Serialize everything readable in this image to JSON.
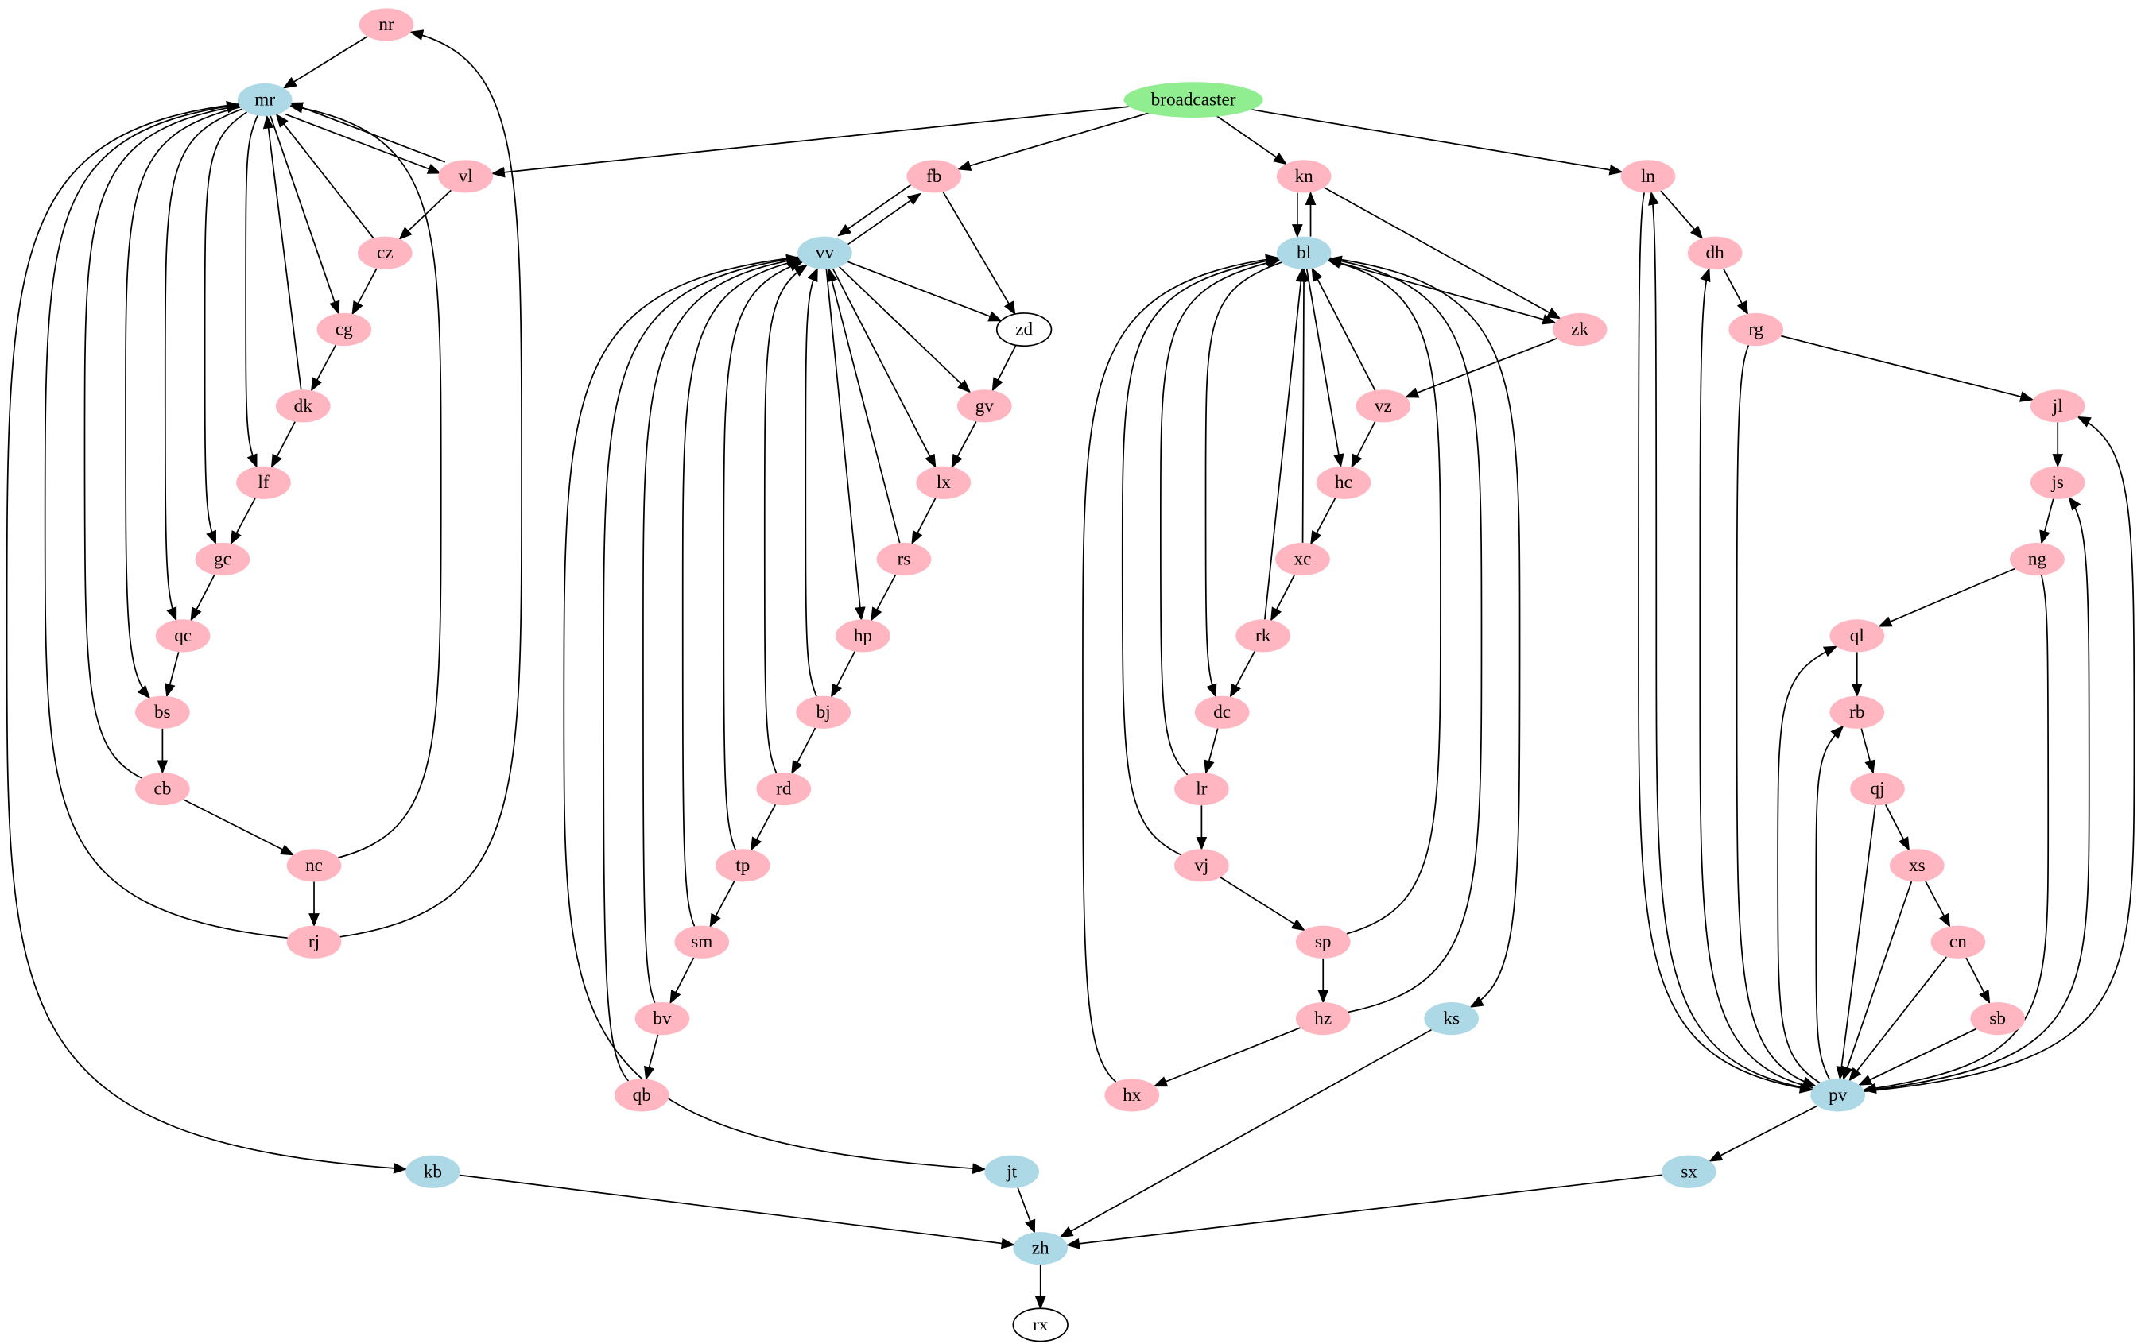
{
  "graph": {
    "type": "directed",
    "colors": {
      "source": "#90ee90",
      "hub": "#add8e6",
      "member": "#ffb6c1",
      "plain": "#ffffff",
      "edge": "#000000"
    },
    "nodes": [
      {
        "id": "nr",
        "label": "nr",
        "kind": "member"
      },
      {
        "id": "mr",
        "label": "mr",
        "kind": "hub"
      },
      {
        "id": "broadcaster",
        "label": "broadcaster",
        "kind": "source"
      },
      {
        "id": "vl",
        "label": "vl",
        "kind": "member"
      },
      {
        "id": "fb",
        "label": "fb",
        "kind": "member"
      },
      {
        "id": "kn",
        "label": "kn",
        "kind": "member"
      },
      {
        "id": "ln",
        "label": "ln",
        "kind": "member"
      },
      {
        "id": "cz",
        "label": "cz",
        "kind": "member"
      },
      {
        "id": "vv",
        "label": "vv",
        "kind": "hub"
      },
      {
        "id": "bl",
        "label": "bl",
        "kind": "hub"
      },
      {
        "id": "dh",
        "label": "dh",
        "kind": "member"
      },
      {
        "id": "cg",
        "label": "cg",
        "kind": "member"
      },
      {
        "id": "zd",
        "label": "zd",
        "kind": "plain"
      },
      {
        "id": "zk",
        "label": "zk",
        "kind": "member"
      },
      {
        "id": "rg",
        "label": "rg",
        "kind": "member"
      },
      {
        "id": "dk",
        "label": "dk",
        "kind": "member"
      },
      {
        "id": "gv",
        "label": "gv",
        "kind": "member"
      },
      {
        "id": "vz",
        "label": "vz",
        "kind": "member"
      },
      {
        "id": "jl",
        "label": "jl",
        "kind": "member"
      },
      {
        "id": "lf",
        "label": "lf",
        "kind": "member"
      },
      {
        "id": "lx",
        "label": "lx",
        "kind": "member"
      },
      {
        "id": "hc",
        "label": "hc",
        "kind": "member"
      },
      {
        "id": "js",
        "label": "js",
        "kind": "member"
      },
      {
        "id": "gc",
        "label": "gc",
        "kind": "member"
      },
      {
        "id": "rs",
        "label": "rs",
        "kind": "member"
      },
      {
        "id": "xc",
        "label": "xc",
        "kind": "member"
      },
      {
        "id": "ng",
        "label": "ng",
        "kind": "member"
      },
      {
        "id": "qc",
        "label": "qc",
        "kind": "member"
      },
      {
        "id": "hp",
        "label": "hp",
        "kind": "member"
      },
      {
        "id": "rk",
        "label": "rk",
        "kind": "member"
      },
      {
        "id": "ql",
        "label": "ql",
        "kind": "member"
      },
      {
        "id": "bs",
        "label": "bs",
        "kind": "member"
      },
      {
        "id": "bj",
        "label": "bj",
        "kind": "member"
      },
      {
        "id": "dc",
        "label": "dc",
        "kind": "member"
      },
      {
        "id": "rb",
        "label": "rb",
        "kind": "member"
      },
      {
        "id": "cb",
        "label": "cb",
        "kind": "member"
      },
      {
        "id": "rd",
        "label": "rd",
        "kind": "member"
      },
      {
        "id": "lr",
        "label": "lr",
        "kind": "member"
      },
      {
        "id": "qj",
        "label": "qj",
        "kind": "member"
      },
      {
        "id": "nc",
        "label": "nc",
        "kind": "member"
      },
      {
        "id": "tp",
        "label": "tp",
        "kind": "member"
      },
      {
        "id": "vj",
        "label": "vj",
        "kind": "member"
      },
      {
        "id": "xs",
        "label": "xs",
        "kind": "member"
      },
      {
        "id": "rj",
        "label": "rj",
        "kind": "member"
      },
      {
        "id": "sm",
        "label": "sm",
        "kind": "member"
      },
      {
        "id": "sp",
        "label": "sp",
        "kind": "member"
      },
      {
        "id": "cn",
        "label": "cn",
        "kind": "member"
      },
      {
        "id": "bv",
        "label": "bv",
        "kind": "member"
      },
      {
        "id": "hz",
        "label": "hz",
        "kind": "member"
      },
      {
        "id": "ks",
        "label": "ks",
        "kind": "hub"
      },
      {
        "id": "sb",
        "label": "sb",
        "kind": "member"
      },
      {
        "id": "qb",
        "label": "qb",
        "kind": "member"
      },
      {
        "id": "hx",
        "label": "hx",
        "kind": "member"
      },
      {
        "id": "pv",
        "label": "pv",
        "kind": "hub"
      },
      {
        "id": "kb",
        "label": "kb",
        "kind": "hub"
      },
      {
        "id": "jt",
        "label": "jt",
        "kind": "hub"
      },
      {
        "id": "sx",
        "label": "sx",
        "kind": "hub"
      },
      {
        "id": "zh",
        "label": "zh",
        "kind": "hub"
      },
      {
        "id": "rx",
        "label": "rx",
        "kind": "plain"
      }
    ],
    "edges": [
      [
        "broadcaster",
        "vl"
      ],
      [
        "broadcaster",
        "fb"
      ],
      [
        "broadcaster",
        "kn"
      ],
      [
        "broadcaster",
        "ln"
      ],
      [
        "nr",
        "mr"
      ],
      [
        "mr",
        "vl"
      ],
      [
        "vl",
        "mr"
      ],
      [
        "vl",
        "cz"
      ],
      [
        "cz",
        "mr"
      ],
      [
        "cz",
        "cg"
      ],
      [
        "mr",
        "cg"
      ],
      [
        "cg",
        "dk"
      ],
      [
        "dk",
        "mr"
      ],
      [
        "dk",
        "lf"
      ],
      [
        "mr",
        "lf"
      ],
      [
        "lf",
        "gc"
      ],
      [
        "mr",
        "gc"
      ],
      [
        "gc",
        "qc"
      ],
      [
        "mr",
        "qc"
      ],
      [
        "qc",
        "bs"
      ],
      [
        "mr",
        "bs"
      ],
      [
        "bs",
        "cb"
      ],
      [
        "cb",
        "mr"
      ],
      [
        "cb",
        "nc"
      ],
      [
        "nc",
        "mr"
      ],
      [
        "nc",
        "rj"
      ],
      [
        "rj",
        "mr"
      ],
      [
        "rj",
        "nr"
      ],
      [
        "mr",
        "kb"
      ],
      [
        "fb",
        "vv"
      ],
      [
        "vv",
        "fb"
      ],
      [
        "fb",
        "zd"
      ],
      [
        "vv",
        "zd"
      ],
      [
        "zd",
        "gv"
      ],
      [
        "vv",
        "gv"
      ],
      [
        "gv",
        "lx"
      ],
      [
        "vv",
        "lx"
      ],
      [
        "lx",
        "rs"
      ],
      [
        "rs",
        "vv"
      ],
      [
        "rs",
        "hp"
      ],
      [
        "vv",
        "hp"
      ],
      [
        "hp",
        "bj"
      ],
      [
        "bj",
        "vv"
      ],
      [
        "bj",
        "rd"
      ],
      [
        "rd",
        "vv"
      ],
      [
        "rd",
        "tp"
      ],
      [
        "tp",
        "vv"
      ],
      [
        "tp",
        "sm"
      ],
      [
        "sm",
        "vv"
      ],
      [
        "sm",
        "bv"
      ],
      [
        "bv",
        "vv"
      ],
      [
        "bv",
        "qb"
      ],
      [
        "qb",
        "vv"
      ],
      [
        "vv",
        "jt"
      ],
      [
        "kn",
        "bl"
      ],
      [
        "bl",
        "kn"
      ],
      [
        "kn",
        "zk"
      ],
      [
        "bl",
        "zk"
      ],
      [
        "zk",
        "vz"
      ],
      [
        "vz",
        "bl"
      ],
      [
        "vz",
        "hc"
      ],
      [
        "bl",
        "hc"
      ],
      [
        "hc",
        "xc"
      ],
      [
        "xc",
        "bl"
      ],
      [
        "xc",
        "rk"
      ],
      [
        "rk",
        "bl"
      ],
      [
        "rk",
        "dc"
      ],
      [
        "bl",
        "dc"
      ],
      [
        "dc",
        "lr"
      ],
      [
        "lr",
        "bl"
      ],
      [
        "lr",
        "vj"
      ],
      [
        "vj",
        "bl"
      ],
      [
        "vj",
        "sp"
      ],
      [
        "sp",
        "bl"
      ],
      [
        "sp",
        "hz"
      ],
      [
        "hz",
        "bl"
      ],
      [
        "hz",
        "hx"
      ],
      [
        "hx",
        "bl"
      ],
      [
        "bl",
        "ks"
      ],
      [
        "ln",
        "dh"
      ],
      [
        "ln",
        "pv"
      ],
      [
        "pv",
        "ln"
      ],
      [
        "pv",
        "dh"
      ],
      [
        "dh",
        "rg"
      ],
      [
        "rg",
        "pv"
      ],
      [
        "rg",
        "jl"
      ],
      [
        "pv",
        "jl"
      ],
      [
        "jl",
        "js"
      ],
      [
        "pv",
        "js"
      ],
      [
        "js",
        "ng"
      ],
      [
        "ng",
        "pv"
      ],
      [
        "ng",
        "ql"
      ],
      [
        "pv",
        "ql"
      ],
      [
        "ql",
        "rb"
      ],
      [
        "pv",
        "rb"
      ],
      [
        "rb",
        "qj"
      ],
      [
        "qj",
        "pv"
      ],
      [
        "qj",
        "xs"
      ],
      [
        "xs",
        "pv"
      ],
      [
        "xs",
        "cn"
      ],
      [
        "cn",
        "pv"
      ],
      [
        "cn",
        "sb"
      ],
      [
        "sb",
        "pv"
      ],
      [
        "pv",
        "sx"
      ],
      [
        "kb",
        "zh"
      ],
      [
        "jt",
        "zh"
      ],
      [
        "ks",
        "zh"
      ],
      [
        "sx",
        "zh"
      ],
      [
        "zh",
        "rx"
      ]
    ]
  }
}
